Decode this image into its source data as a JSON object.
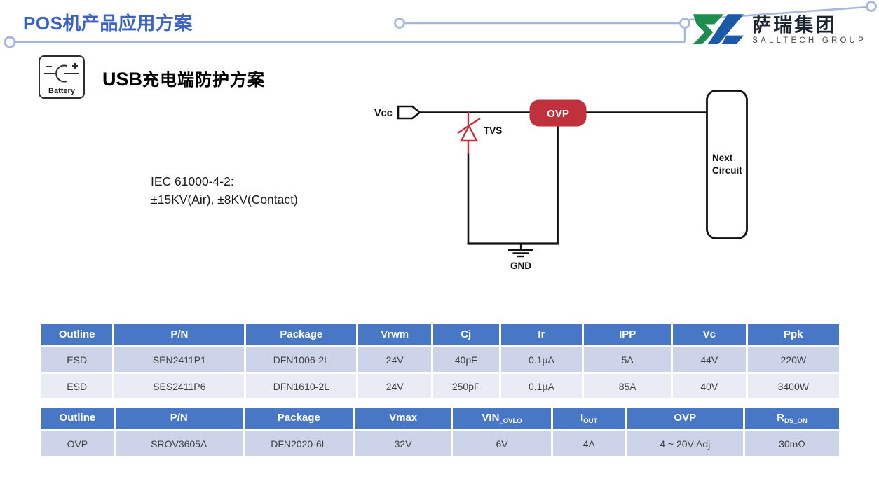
{
  "page": {
    "title": "POS机产品应用方案"
  },
  "logo": {
    "cn": "萨瑞集团",
    "en": "SALLTECH GROUP"
  },
  "section": {
    "icon_label": "Battery",
    "heading_latin": "USB",
    "heading_cn": "充电端防护方案"
  },
  "note": {
    "line1": "IEC 61000-4-2:",
    "line2": "±15KV(Air), ±8KV(Contact)"
  },
  "circuit": {
    "vcc_label": "Vcc",
    "tvs_label": "TVS",
    "ovp_label": "OVP",
    "gnd_label": "GND",
    "next_line1": "Next",
    "next_line2": "Circuit"
  },
  "table1": {
    "headers": [
      "Outline",
      "P/N",
      "Package",
      "Vrwm",
      "Cj",
      "Ir",
      "IPP",
      "Vc",
      "Ppk"
    ],
    "rows": [
      [
        "ESD",
        "SEN2411P1",
        "DFN1006-2L",
        "24V",
        "40pF",
        "0.1μA",
        "5A",
        "44V",
        "220W"
      ],
      [
        "ESD",
        "SES2411P6",
        "DFN1610-2L",
        "24V",
        "250pF",
        "0.1μA",
        "85A",
        "40V",
        "3400W"
      ]
    ]
  },
  "table2": {
    "headers": [
      {
        "base": "Outline",
        "sub": ""
      },
      {
        "base": "P/N",
        "sub": ""
      },
      {
        "base": "Package",
        "sub": ""
      },
      {
        "base": "Vmax",
        "sub": ""
      },
      {
        "base": "VIN",
        "sub": "_OVLO"
      },
      {
        "base": "I",
        "sub": "OUT"
      },
      {
        "base": "OVP",
        "sub": ""
      },
      {
        "base": "R",
        "sub": "DS_ON"
      }
    ],
    "rows": [
      [
        "OVP",
        "SROV3605A",
        "DFN2020-6L",
        "32V",
        "6V",
        "4A",
        "4 ~ 20V Adj",
        "30mΩ"
      ]
    ]
  },
  "colors": {
    "title_blue": "#3B63C4",
    "decor": "#A9B7DC",
    "header_blue": "#4877C5",
    "row_dark": "#CDD4EA",
    "row_light": "#E9EBF5",
    "red": "#C0313B",
    "logo_green": "#1E8B4F",
    "logo_blue": "#1B5AA7"
  }
}
